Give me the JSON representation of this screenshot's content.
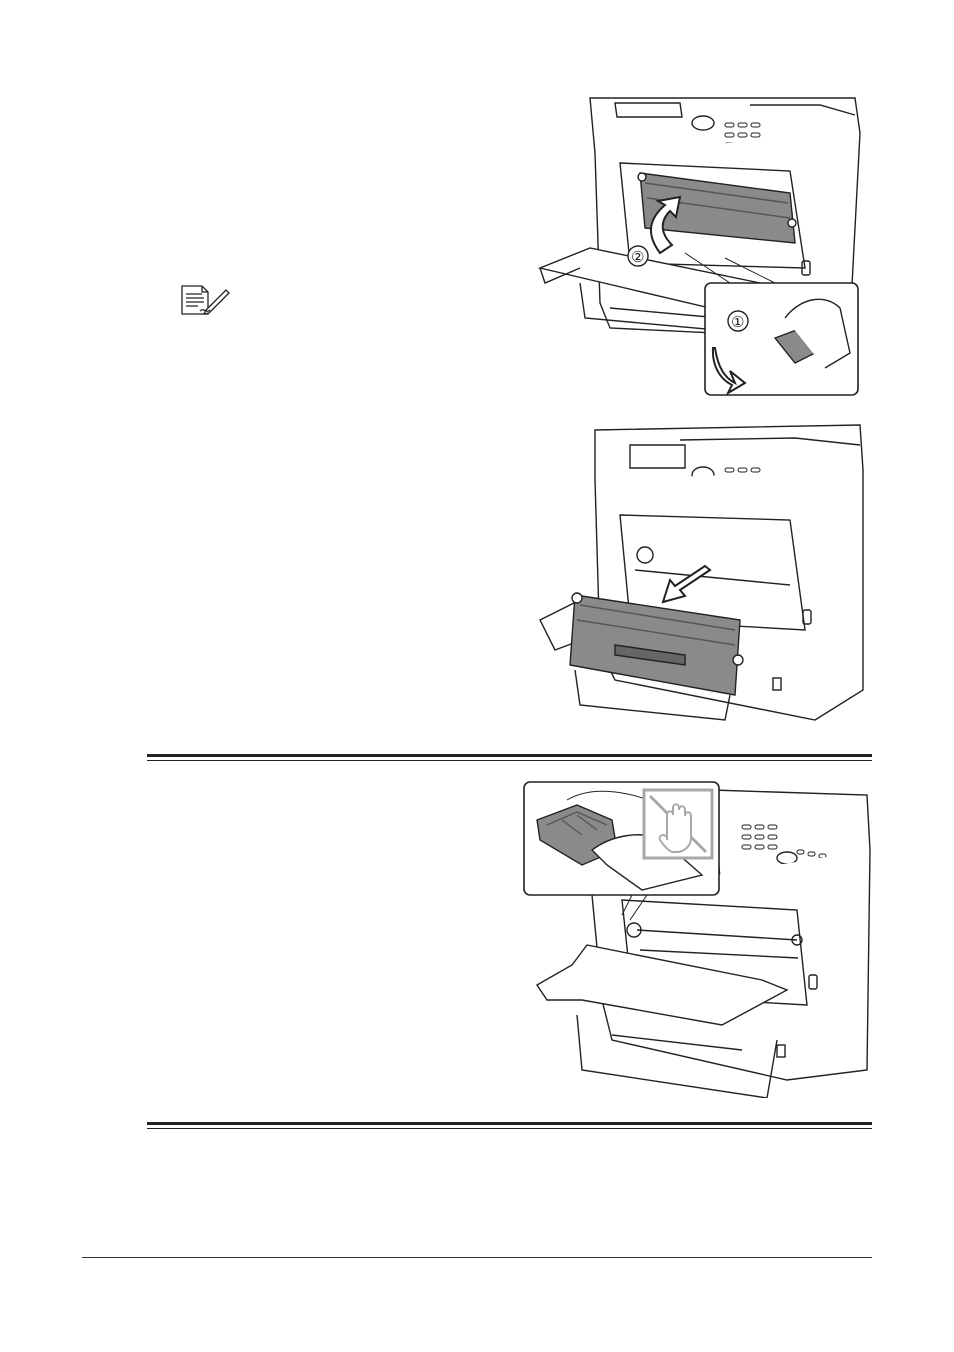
{
  "page": {
    "illustrations": [
      {
        "id": "illus-open-cover",
        "callouts": [
          "①",
          "②"
        ]
      },
      {
        "id": "illus-remove-cartridge",
        "callouts": []
      },
      {
        "id": "illus-do-not-touch",
        "callouts": []
      }
    ],
    "note_icon": "note-pencil-icon",
    "warning_icon": "hand-prohibited-icon"
  },
  "colors": {
    "line": "#222222",
    "cartridge_gray": "#8a8a8a",
    "warning_gray": "#a8a8a8"
  }
}
